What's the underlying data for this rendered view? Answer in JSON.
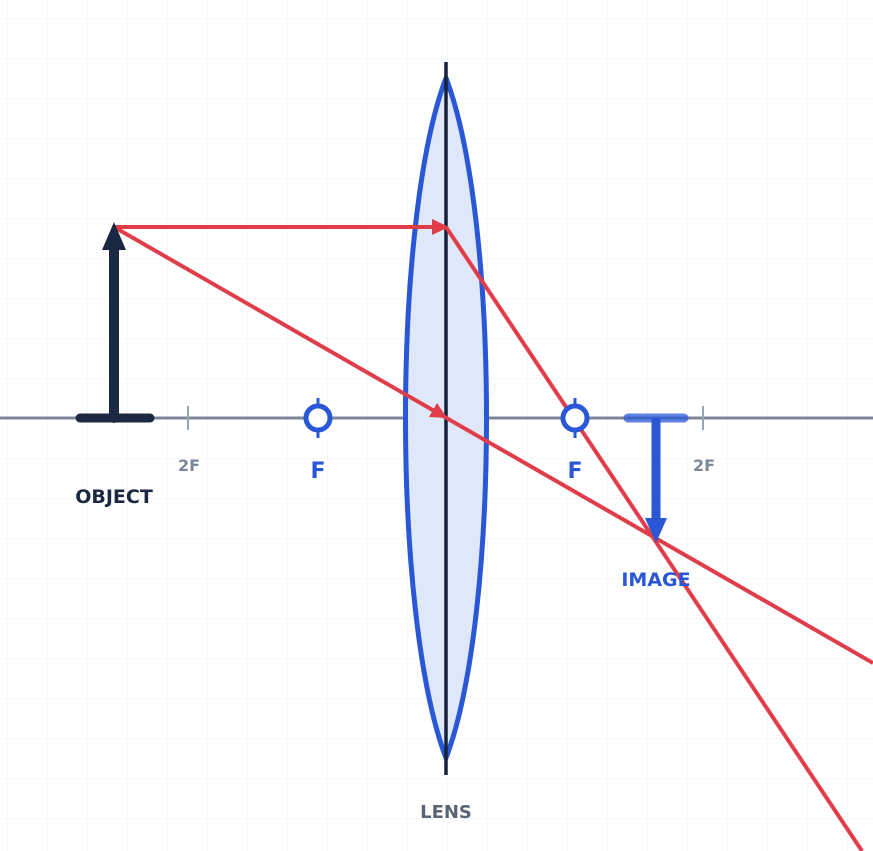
{
  "labels": {
    "object": "OBJECT",
    "image": "IMAGE",
    "lens": "LENS",
    "focal_left": "F",
    "focal_right": "F",
    "twice_focal_left": "2F",
    "twice_focal_right": "2F"
  },
  "colors": {
    "background": "#ffffff",
    "grid": "#eef1f5",
    "axis": "#7c8799",
    "lens_stroke": "#2a57d6",
    "lens_fill": "#dfe8f8",
    "lens_center_line": "#15213a",
    "object_arrow": "#1b2842",
    "image_arrow": "#2a57d6",
    "rays": "#e03d4a",
    "focal_marker": "#2a57d6",
    "twice_focal_label": "#7c8799",
    "lens_label": "#5b6474"
  }
}
